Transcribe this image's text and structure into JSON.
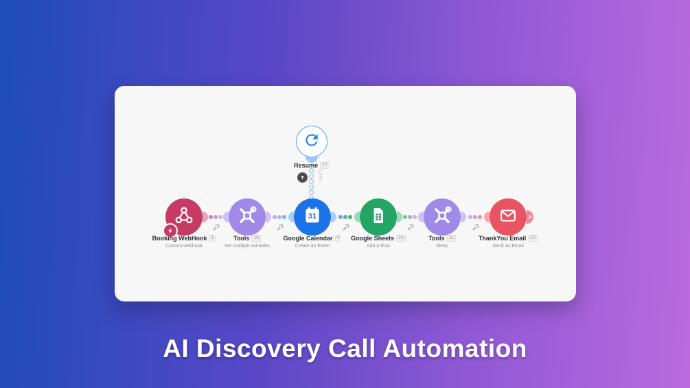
{
  "title": "AI Discovery Call Automation",
  "colors": {
    "background_gradient": [
      "#1d4cb9",
      "#bb6ade"
    ],
    "card_background": "#f7f7f7",
    "webhook_module": "#c73a63",
    "tools_module": "#a08ae8",
    "calendar_module": "#1a73e8",
    "sheets_module": "#23a566",
    "email_module": "#e85461",
    "resume_ring": "#5aa9f0",
    "resume_arrow": "#1f87e8"
  },
  "canvas": {
    "resume": {
      "name": "Resume",
      "badge": "17"
    },
    "filter_label": "Limit",
    "add_label": "+",
    "calendar_icon_text": "31",
    "modules": [
      {
        "name": "Booking WebHook",
        "badge": "1",
        "subtitle": "Custom webhook",
        "icon": "webhook-icon",
        "color": "#c73a63"
      },
      {
        "name": "Tools",
        "badge": "16",
        "subtitle": "Set multiple variables",
        "icon": "tools-wrench-icon",
        "color": "#a08ae8"
      },
      {
        "name": "Google Calendar",
        "badge": "4",
        "subtitle": "Create an Event",
        "icon": "google-calendar-icon",
        "color": "#1a73e8"
      },
      {
        "name": "Google Sheets",
        "badge": "14",
        "subtitle": "Add a Row",
        "icon": "google-sheets-icon",
        "color": "#23a566"
      },
      {
        "name": "Tools",
        "badge": "11",
        "subtitle": "Sleep",
        "icon": "tools-wrench-icon",
        "color": "#a08ae8"
      },
      {
        "name": "ThankYou Email",
        "badge": "10",
        "subtitle": "Send an Email",
        "icon": "email-envelope-icon",
        "color": "#e85461"
      }
    ]
  }
}
